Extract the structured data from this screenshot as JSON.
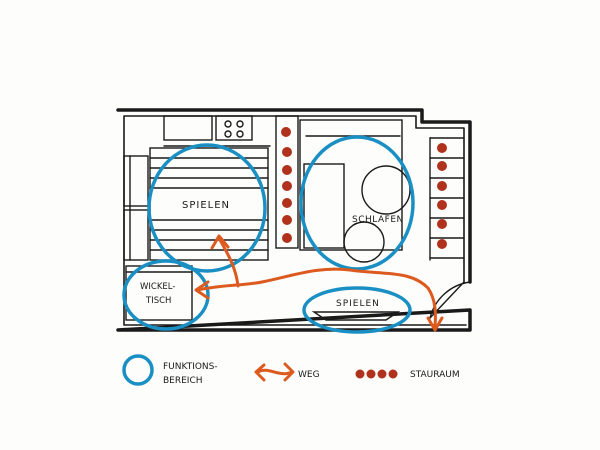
{
  "labels": {
    "spielen_main": "SPIELEN",
    "schlafen": "SCHLAFEN",
    "wickeltisch_line1": "WICKEL-",
    "wickeltisch_line2": "TISCH",
    "spielen_small": "SPIELEN"
  },
  "legend": {
    "funktion_line1": "FUNKTIONS-",
    "funktion_line2": "BEREICH",
    "weg": "WEG",
    "stauraum": "STAURAUM"
  },
  "colors": {
    "wall": "#1a1a1a",
    "function_area": "#1a8fc4",
    "path": "#dd5a1e",
    "storage": "#b0321c",
    "paper": "#fdfdfb"
  }
}
